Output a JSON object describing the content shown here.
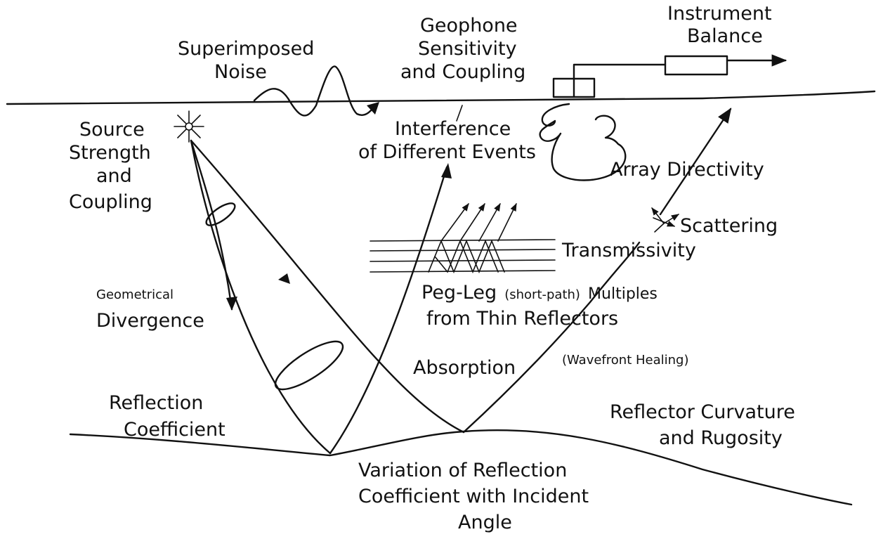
{
  "labels": {
    "superimposed_noise": [
      "Superimposed",
      "Noise"
    ],
    "geophone": [
      "Geophone",
      "Sensitivity",
      "and Coupling"
    ],
    "instrument": [
      "Instrument",
      "Balance"
    ],
    "source": [
      "Source",
      "Strength",
      "and",
      "Coupling"
    ],
    "interference": [
      "Interference",
      "of Different Events"
    ],
    "array_directivity": "Array Directivity",
    "scattering": "Scattering",
    "transmissivity": "Transmissivity",
    "geometrical_divergence": [
      "Geometrical",
      "Divergence"
    ],
    "peg_leg": {
      "main": "Peg-Leg",
      "paren": "(short-path)",
      "rest": "Multiples"
    },
    "thin_reflectors": "from Thin Reflectors",
    "absorption": "Absorption",
    "wavefront_healing": "(Wavefront Healing)",
    "reflection_coefficient": [
      "Reflection",
      "Coefficient"
    ],
    "reflector_curvature": [
      "Reflector Curvature",
      "and Rugosity"
    ],
    "variation": [
      "Variation of Reflection",
      "Coefficient with Incident",
      "Angle"
    ]
  }
}
